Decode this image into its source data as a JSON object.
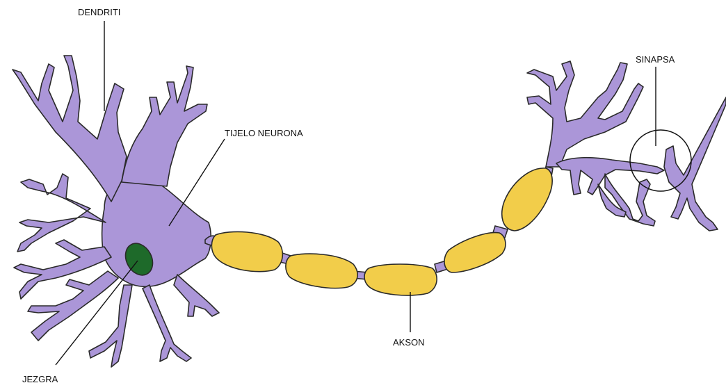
{
  "labels": {
    "dendrites": "DENDRITI",
    "cell_body": "TIJELO NEURONA",
    "nucleus": "JEZGRA",
    "axon": "AKSON",
    "synapse": "SINAPSA"
  },
  "colors": {
    "neuron": "#ab96d8",
    "myelin": "#f2cd4a",
    "nucleus": "#1e6a2a",
    "outline": "#2a2a2a",
    "background": "#ffffff"
  }
}
